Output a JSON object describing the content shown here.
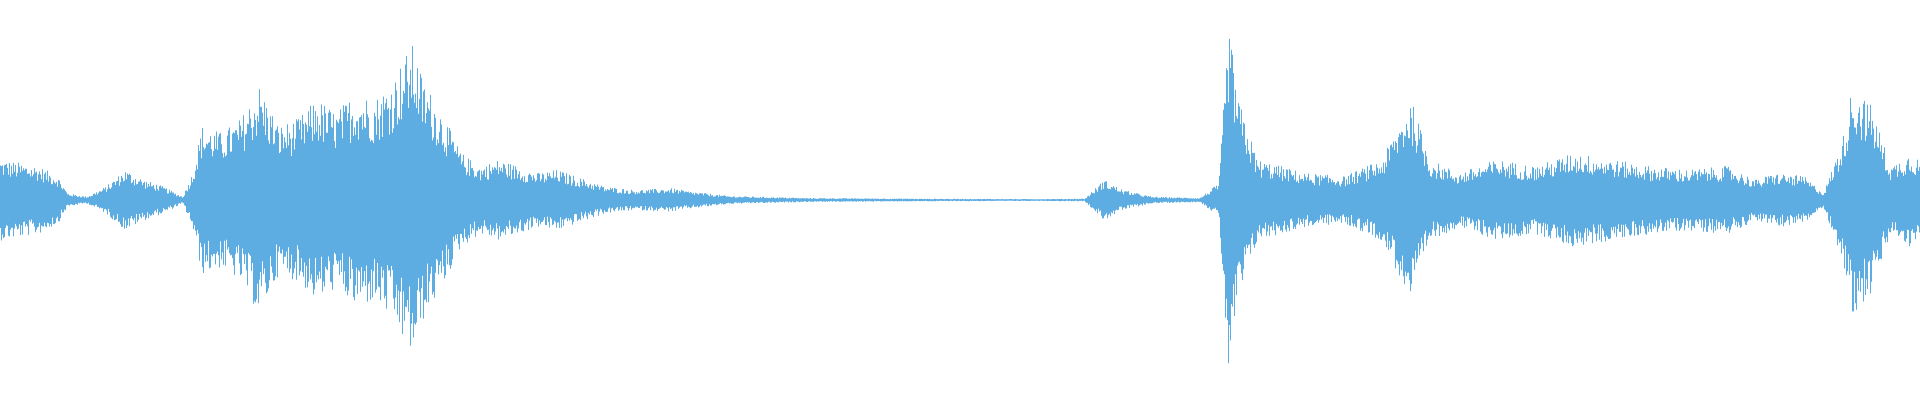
{
  "waveform": {
    "color": "#5dade2",
    "background": "#ffffff",
    "amplitude_envelope": [
      [
        0.0,
        0.12
      ],
      [
        0.02,
        0.1
      ],
      [
        0.03,
        0.07
      ],
      [
        0.035,
        0.02
      ],
      [
        0.045,
        0.01
      ],
      [
        0.055,
        0.04
      ],
      [
        0.065,
        0.09
      ],
      [
        0.075,
        0.06
      ],
      [
        0.085,
        0.04
      ],
      [
        0.095,
        0.01
      ],
      [
        0.1,
        0.08
      ],
      [
        0.105,
        0.22
      ],
      [
        0.115,
        0.2
      ],
      [
        0.125,
        0.24
      ],
      [
        0.135,
        0.34
      ],
      [
        0.145,
        0.22
      ],
      [
        0.155,
        0.24
      ],
      [
        0.165,
        0.3
      ],
      [
        0.175,
        0.26
      ],
      [
        0.185,
        0.32
      ],
      [
        0.195,
        0.3
      ],
      [
        0.205,
        0.36
      ],
      [
        0.21,
        0.42
      ],
      [
        0.215,
        0.46
      ],
      [
        0.22,
        0.36
      ],
      [
        0.23,
        0.26
      ],
      [
        0.24,
        0.14
      ],
      [
        0.25,
        0.1
      ],
      [
        0.26,
        0.12
      ],
      [
        0.27,
        0.1
      ],
      [
        0.28,
        0.08
      ],
      [
        0.29,
        0.09
      ],
      [
        0.3,
        0.07
      ],
      [
        0.315,
        0.04
      ],
      [
        0.33,
        0.03
      ],
      [
        0.35,
        0.035
      ],
      [
        0.36,
        0.025
      ],
      [
        0.38,
        0.012
      ],
      [
        0.42,
        0.006
      ],
      [
        0.48,
        0.004
      ],
      [
        0.54,
        0.003
      ],
      [
        0.565,
        0.004
      ],
      [
        0.575,
        0.06
      ],
      [
        0.585,
        0.03
      ],
      [
        0.6,
        0.01
      ],
      [
        0.625,
        0.006
      ],
      [
        0.635,
        0.05
      ],
      [
        0.64,
        0.52
      ],
      [
        0.645,
        0.3
      ],
      [
        0.655,
        0.12
      ],
      [
        0.68,
        0.08
      ],
      [
        0.7,
        0.07
      ],
      [
        0.72,
        0.12
      ],
      [
        0.735,
        0.3
      ],
      [
        0.745,
        0.12
      ],
      [
        0.76,
        0.08
      ],
      [
        0.78,
        0.12
      ],
      [
        0.8,
        0.1
      ],
      [
        0.82,
        0.14
      ],
      [
        0.84,
        0.12
      ],
      [
        0.86,
        0.1
      ],
      [
        0.88,
        0.09
      ],
      [
        0.9,
        0.1
      ],
      [
        0.915,
        0.06
      ],
      [
        0.925,
        0.08
      ],
      [
        0.94,
        0.07
      ],
      [
        0.95,
        0.02
      ],
      [
        0.96,
        0.18
      ],
      [
        0.965,
        0.34
      ],
      [
        0.975,
        0.28
      ],
      [
        0.985,
        0.1
      ],
      [
        0.995,
        0.14
      ],
      [
        1.0,
        0.12
      ]
    ]
  }
}
